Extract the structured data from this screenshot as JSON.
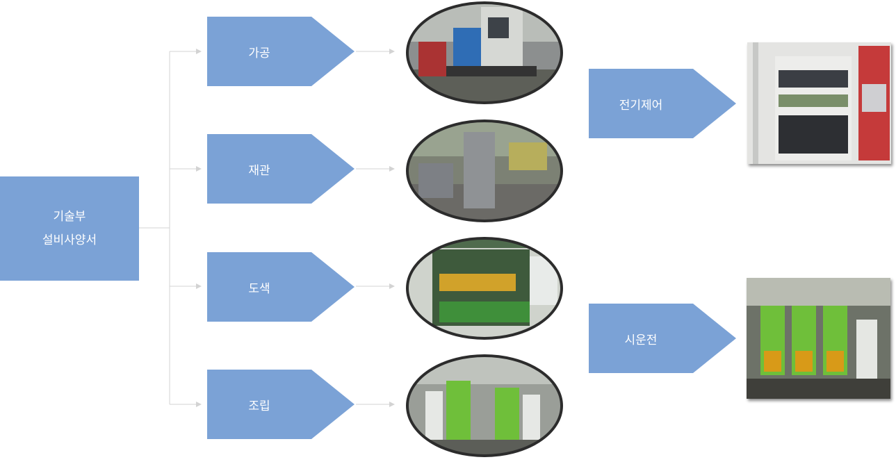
{
  "root": {
    "line1": "기술부",
    "line2": "설비사양서"
  },
  "steps": [
    {
      "label": "가공",
      "photo": "machining-center-photo"
    },
    {
      "label": "재관",
      "photo": "steel-frame-photo"
    },
    {
      "label": "도색",
      "photo": "paint-booth-photo"
    },
    {
      "label": "조립",
      "photo": "assembly-photo"
    }
  ],
  "finals": [
    {
      "label": "전기제어",
      "photo": "control-panel-photo"
    },
    {
      "label": "시운전",
      "photo": "test-run-photo"
    }
  ],
  "colors": {
    "box": "#7ba2d6",
    "connector": "#d0d0d0",
    "machine_green": "#6fbf3a"
  }
}
